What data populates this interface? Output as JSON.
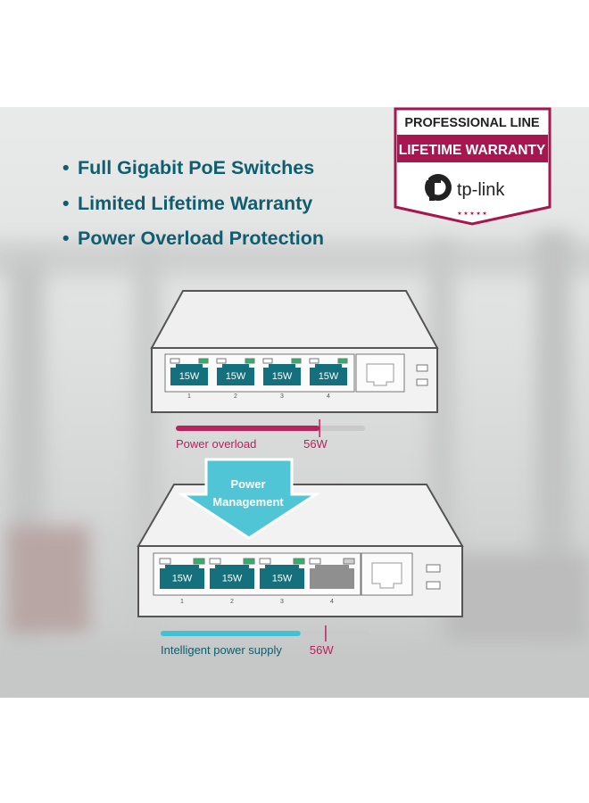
{
  "bullets": [
    "Full Gigabit PoE Switches",
    "Limited Lifetime Warranty",
    "Power Overload Protection"
  ],
  "badge": {
    "line1": "PROFESSIONAL LINE",
    "line2": "LIFETIME WARRANTY",
    "brand": "tp-link",
    "stars": "★ ★ ★ ★ ★"
  },
  "top_switch": {
    "ports": [
      {
        "power": "15W",
        "number": "1"
      },
      {
        "power": "15W",
        "number": "2"
      },
      {
        "power": "15W",
        "number": "3"
      },
      {
        "power": "15W",
        "number": "4"
      }
    ],
    "bar_label": "Power overload",
    "bar_limit": "56W",
    "bar_fill_fraction": 0.76,
    "bar_limit_fraction": 0.76
  },
  "arrow": {
    "line1": "Power",
    "line2": "Management"
  },
  "bottom_switch": {
    "ports": [
      {
        "power": "15W",
        "number": "1"
      },
      {
        "power": "15W",
        "number": "2"
      },
      {
        "power": "15W",
        "number": "3"
      },
      {
        "power": "",
        "number": "4"
      }
    ],
    "bar_label": "Intelligent power supply",
    "bar_limit": "56W",
    "bar_fill_fraction": 0.67,
    "bar_limit_fraction": 0.79
  },
  "colors": {
    "teal": "#0f5d6e",
    "port_teal": "#15707d",
    "magenta": "#b6245d",
    "arrow_cyan": "#4fc5d6",
    "bar_cyan": "#42c1d3",
    "badge_red": "#a7164f"
  }
}
